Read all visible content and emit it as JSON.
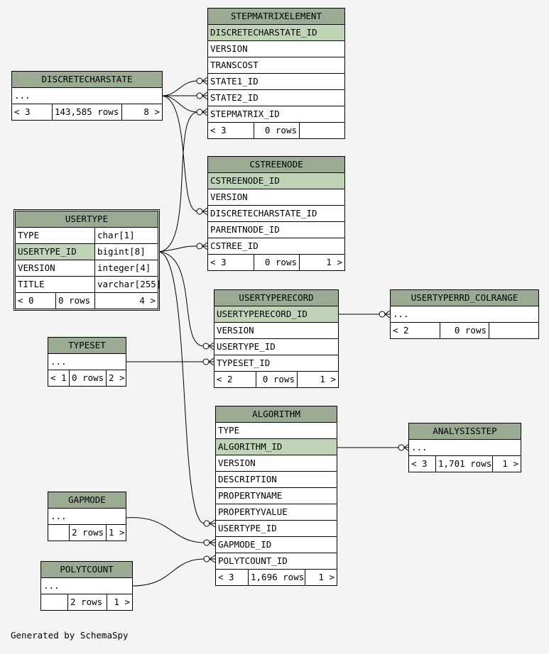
{
  "tables": {
    "stepmatrixelement": {
      "name": "STEPMATRIXELEMENT",
      "columns": [
        "DISCRETECHARSTATE_ID",
        "VERSION",
        "TRANSCOST",
        "STATE1_ID",
        "STATE2_ID",
        "STEPMATRIX_ID"
      ],
      "nav": [
        "< 3",
        "0 rows",
        ""
      ]
    },
    "discretecharstate": {
      "name": "DISCRETECHARSTATE",
      "columns": [
        "..."
      ],
      "nav": [
        "< 3",
        "143,585 rows",
        "8 >"
      ]
    },
    "cstreenode": {
      "name": "CSTREENODE",
      "columns": [
        "CSTREENODE_ID",
        "VERSION",
        "DISCRETECHARSTATE_ID",
        "PARENTNODE_ID",
        "CSTREE_ID"
      ],
      "nav": [
        "< 3",
        "0 rows",
        "1 >"
      ]
    },
    "usertype": {
      "name": "USERTYPE",
      "columns": [
        {
          "name": "TYPE",
          "type": "char[1]"
        },
        {
          "name": "USERTYPE_ID",
          "type": "bigint[8]"
        },
        {
          "name": "VERSION",
          "type": "integer[4]"
        },
        {
          "name": "TITLE",
          "type": "varchar[255]"
        }
      ],
      "nav": [
        "< 0",
        "0 rows",
        "4 >"
      ]
    },
    "usertyperecord": {
      "name": "USERTYPERECORD",
      "columns": [
        "USERTYPERECORD_ID",
        "VERSION",
        "USERTYPE_ID",
        "TYPESET_ID"
      ],
      "nav": [
        "< 2",
        "0 rows",
        "1 >"
      ]
    },
    "usertyperrd_colrange": {
      "name": "USERTYPERRD_COLRANGE",
      "columns": [
        "..."
      ],
      "nav": [
        "< 2",
        "0 rows",
        ""
      ]
    },
    "typeset": {
      "name": "TYPESET",
      "columns": [
        "..."
      ],
      "nav": [
        "< 1",
        "0 rows",
        "2 >"
      ]
    },
    "algorithm": {
      "name": "ALGORITHM",
      "columns": [
        "TYPE",
        "ALGORITHM_ID",
        "VERSION",
        "DESCRIPTION",
        "PROPERTYNAME",
        "PROPERTYVALUE",
        "USERTYPE_ID",
        "GAPMODE_ID",
        "POLYTCOUNT_ID"
      ],
      "nav": [
        "< 3",
        "1,696 rows",
        "1 >"
      ]
    },
    "analysisstep": {
      "name": "ANALYSISSTEP",
      "columns": [
        "..."
      ],
      "nav": [
        "< 3",
        "1,701 rows",
        "1 >"
      ]
    },
    "gapmode": {
      "name": "GAPMODE",
      "columns": [
        "..."
      ],
      "nav": [
        "",
        "2 rows",
        "1 >"
      ]
    },
    "polytcount": {
      "name": "POLYTCOUNT",
      "columns": [
        "..."
      ],
      "nav": [
        "",
        "2 rows",
        "1 >"
      ]
    }
  },
  "footer": "Generated by SchemaSpy"
}
